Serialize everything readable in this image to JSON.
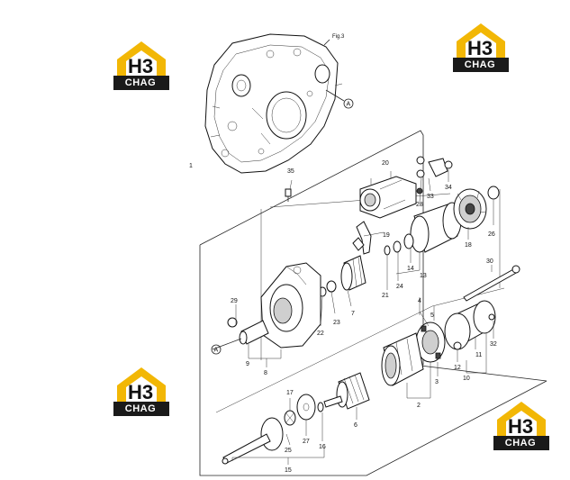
{
  "figure_ref": "Fig.3",
  "arrow_marker": "A",
  "brand": {
    "top": "H3",
    "bottom": "CHAG",
    "yellow": "#f2b705",
    "dark": "#1a1a1a"
  },
  "callouts": {
    "c1": "1",
    "c2": "2",
    "c3": "3",
    "c4": "4",
    "c5": "5",
    "c6": "6",
    "c7": "7",
    "c8": "8",
    "c9": "9",
    "c10": "10",
    "c11": "11",
    "c12": "12",
    "c13": "13",
    "c14": "14",
    "c15": "15",
    "c16": "16",
    "c17": "17",
    "c18": "18",
    "c19": "19",
    "c20": "20",
    "c21": "21",
    "c22": "22",
    "c23": "23",
    "c24": "24",
    "c25": "25",
    "c26": "26",
    "c27": "27",
    "c28": "28",
    "c29": "29",
    "c30": "30",
    "c32": "32",
    "c33": "33",
    "c34": "34",
    "c35": "35"
  }
}
